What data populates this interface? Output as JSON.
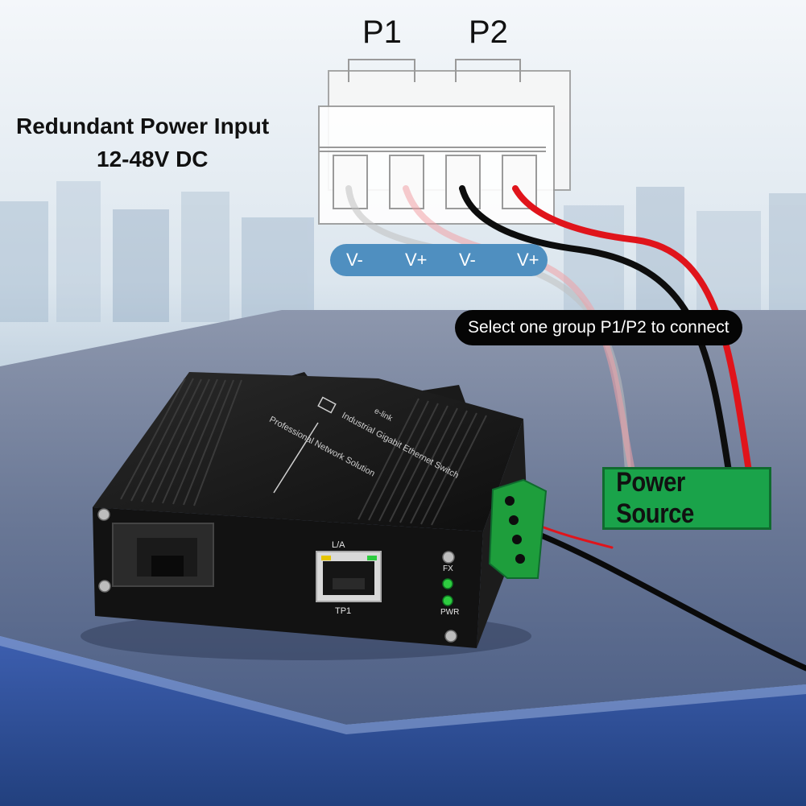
{
  "title": {
    "line1": "Redundant Power Input",
    "line2": "12-48V DC"
  },
  "connector": {
    "group1_label": "P1",
    "group2_label": "P2",
    "polarity": [
      "V-",
      "V+",
      "V-",
      "V+"
    ]
  },
  "callout": "Select one group P1/P2 to connect",
  "power_source": "Power Source",
  "device": {
    "lid_line1": "Professional Network Solution",
    "lid_line2": "Industrial Gigabit Ethernet Switch",
    "brand": "e-link",
    "port_top_label": "L/A",
    "port_bottom_label": "TP1",
    "led_fx": "FX",
    "led_pwr": "PWR"
  },
  "colors": {
    "wire_red": "#e0141b",
    "wire_black": "#0d0d0d",
    "power_source_green": "#1aa34a",
    "polarity_bar": "#4f8fc0",
    "callout_bg": "#050505",
    "device_body": "#141414",
    "led_green": "#2ecc40",
    "terminal_green": "#1e9e3c"
  }
}
